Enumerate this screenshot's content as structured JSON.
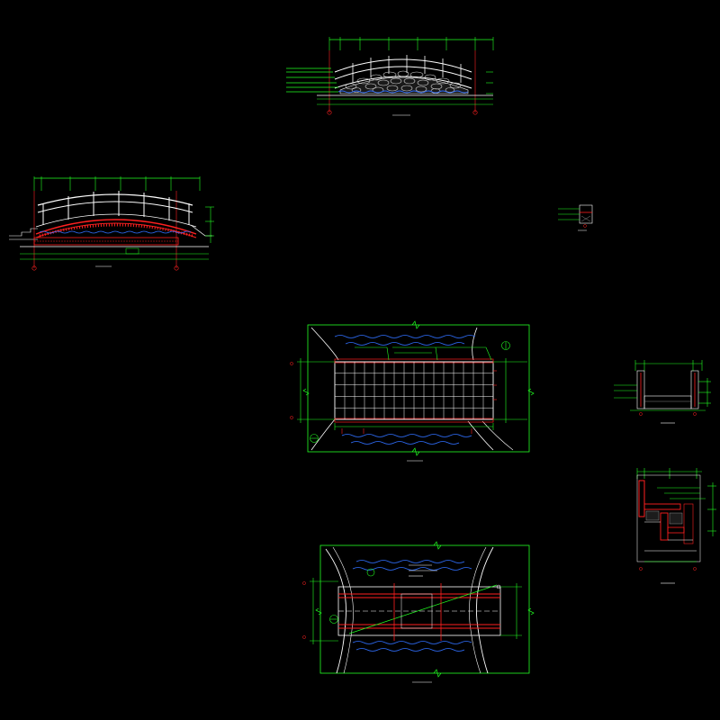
{
  "drawing": {
    "background": "#000000",
    "colors": {
      "line_white": "#ffffff",
      "line_green": "#22ff22",
      "line_red": "#ff2020",
      "line_yellow": "#ffff00",
      "line_blue": "#3070ff",
      "line_cyan": "#00e0ff",
      "line_magenta": "#ff40ff"
    },
    "views": [
      {
        "name": "stone-arch-bridge-elevation",
        "caption": "",
        "has_masonry_fill": true
      },
      {
        "name": "arch-bridge-elevation",
        "caption": ""
      },
      {
        "name": "small-detail",
        "caption": ""
      },
      {
        "name": "bridge-deck-plan",
        "caption": "",
        "grid_cols": 16,
        "grid_rows": 5
      },
      {
        "name": "abutment-elevation",
        "caption": ""
      },
      {
        "name": "abutment-section",
        "caption": ""
      },
      {
        "name": "bridge-foundation-plan",
        "caption": ""
      }
    ]
  }
}
